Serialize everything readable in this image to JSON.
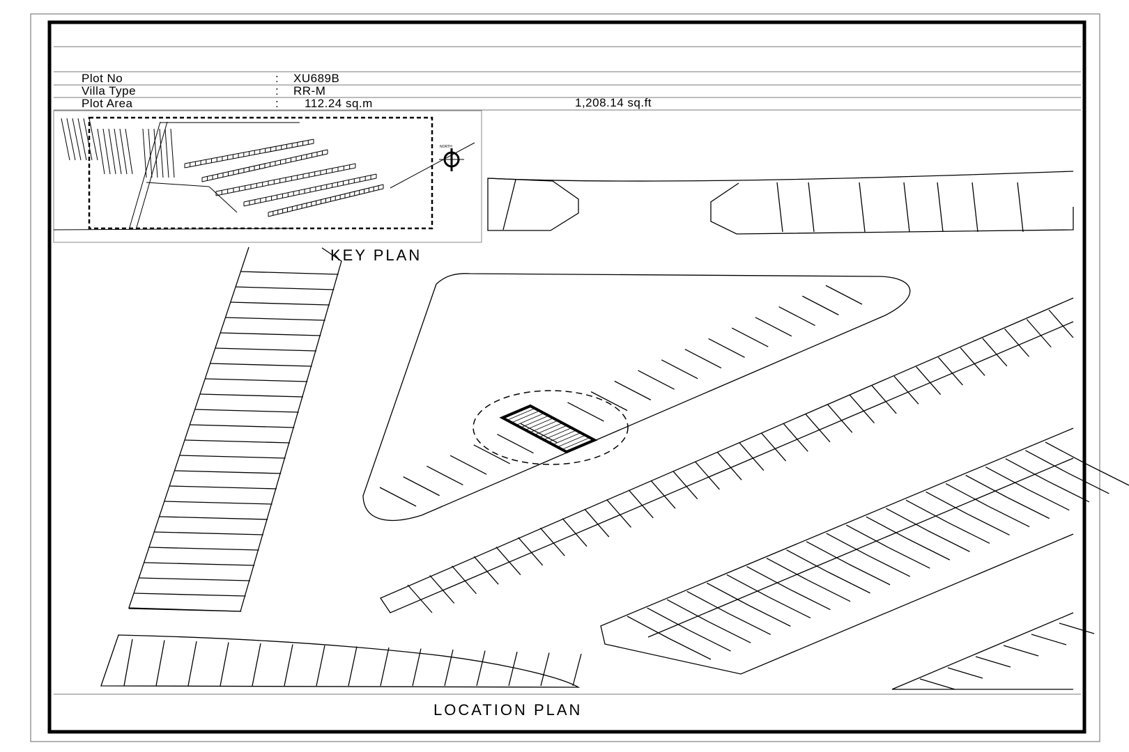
{
  "info": {
    "rows": [
      {
        "label": "Plot No",
        "sep": ":",
        "value": "XU689B",
        "value2": ""
      },
      {
        "label": "Villa Type",
        "sep": ":",
        "value": "RR-M",
        "value2": ""
      },
      {
        "label": "Plot Area",
        "sep": ":",
        "value": "112.24 sq.m",
        "value2": "1,208.14 sq.ft"
      }
    ]
  },
  "key_plan": {
    "title": "KEY  PLAN",
    "north_label": "NORTH"
  },
  "location_plan": {
    "title": "LOCATION  PLAN"
  },
  "colors": {
    "ink": "#000000",
    "frame": "#000000",
    "outer_frame": "#999999",
    "paper": "#ffffff"
  },
  "icons": {
    "north": "north-arrow-icon"
  }
}
